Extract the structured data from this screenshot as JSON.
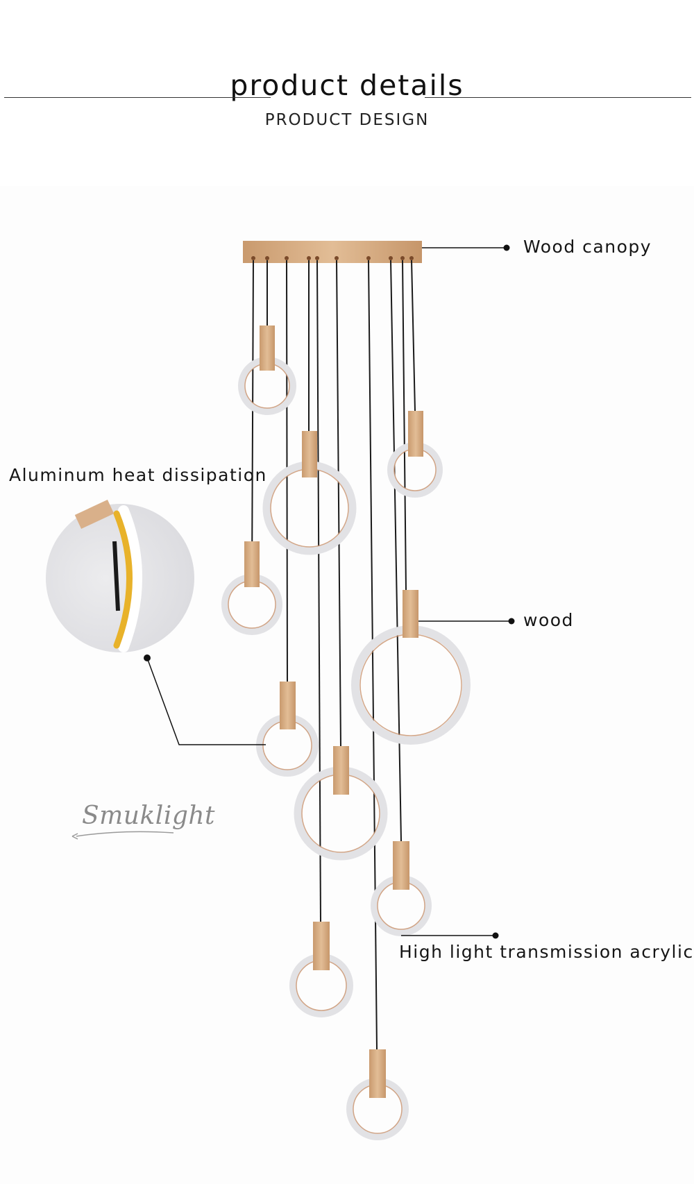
{
  "header": {
    "title": "product details",
    "subtitle": "PRODUCT DESIGN"
  },
  "callouts": {
    "wood_canopy": "Wood canopy",
    "aluminum": "Aluminum heat dissipation",
    "wood": "wood",
    "acrylic": "High light transmission acrylic"
  },
  "brand": {
    "logo_text": "Smuklight"
  },
  "colors": {
    "wood": "#d9b08a",
    "acrylic_ring": "#e4e4e6",
    "cord": "#1a1a1a",
    "gold_strip": "#e8b22a"
  }
}
